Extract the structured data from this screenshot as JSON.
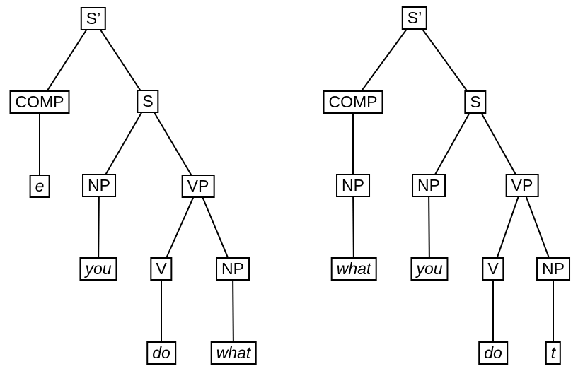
{
  "figure": {
    "type": "syntax-tree-pair",
    "colors": {
      "background": "#ffffff",
      "line": "#000000",
      "box_border": "#000000",
      "box_fill": "#ffffff"
    }
  },
  "trees": {
    "left": {
      "nodes": {
        "s_bar": "S’",
        "comp": "COMP",
        "s": "S",
        "e": "e",
        "np_subject": "NP",
        "vp": "VP",
        "you": "you",
        "v": "V",
        "np_object": "NP",
        "do": "do",
        "what": "what"
      }
    },
    "right": {
      "nodes": {
        "s_bar": "S’",
        "comp": "COMP",
        "s": "S",
        "np_comp": "NP",
        "np_subject": "NP",
        "vp": "VP",
        "what": "what",
        "you": "you",
        "v": "V",
        "np_object": "NP",
        "do": "do",
        "t": "t"
      }
    }
  }
}
